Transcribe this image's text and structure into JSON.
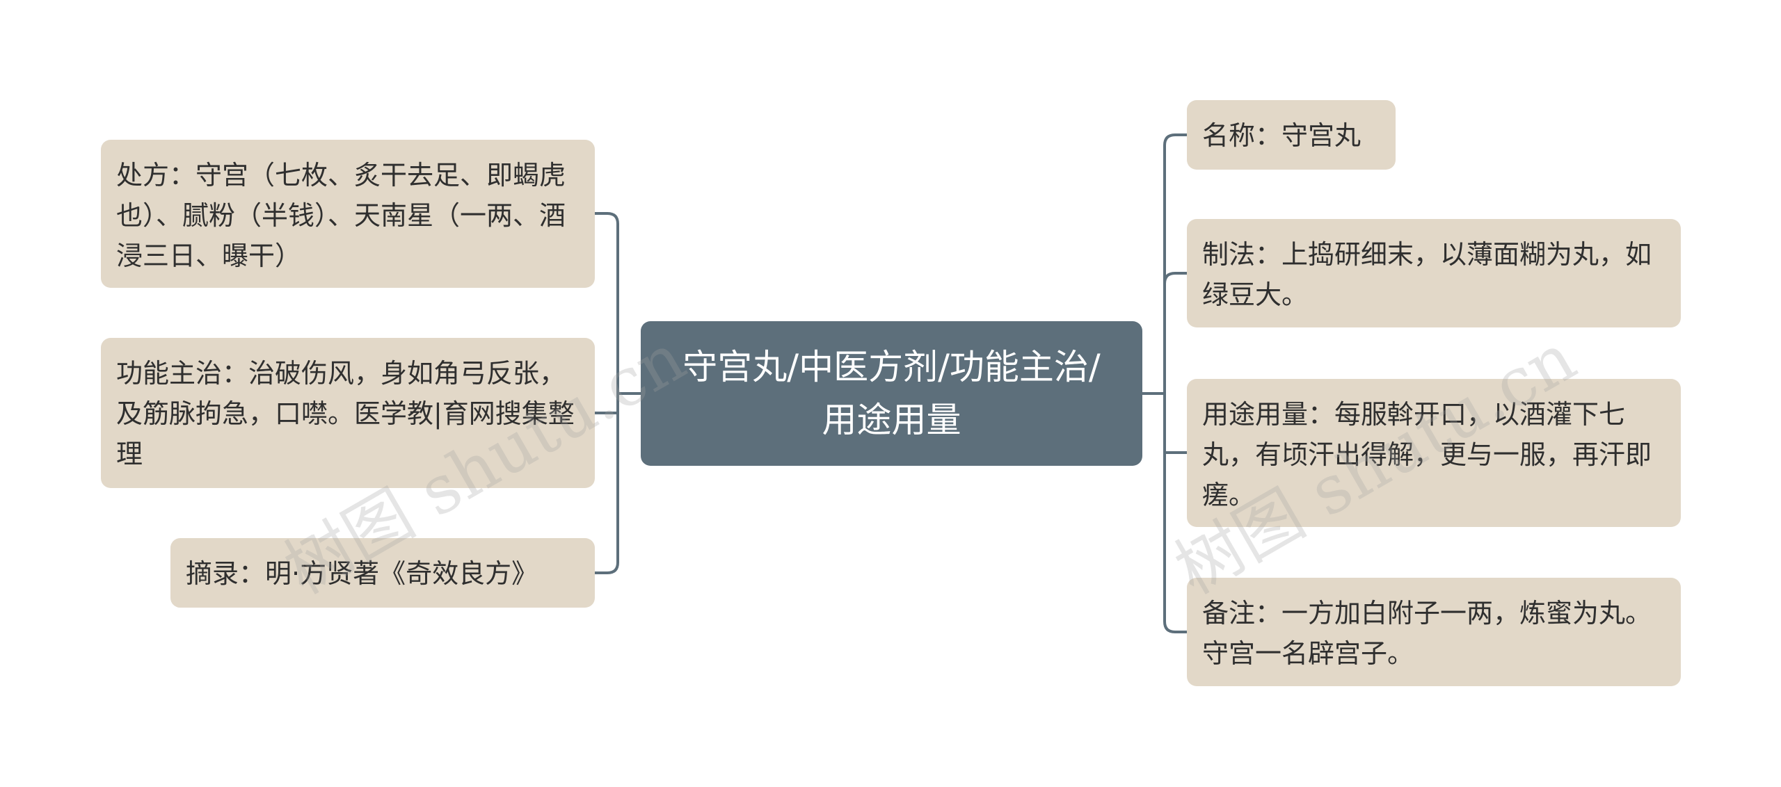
{
  "center": {
    "text": "守宫丸/中医方剂/功能主治/用途用量"
  },
  "left_nodes": [
    {
      "text": "处方：守宫（七枚、炙干去足、即蝎虎也）、腻粉（半钱）、天南星（一两、酒浸三日、曝干）"
    },
    {
      "text": "功能主治：治破伤风，身如角弓反张，及筋脉拘急，口噤。医学教|育网搜集整理"
    },
    {
      "text": "摘录：明·方贤著《奇效良方》"
    }
  ],
  "right_nodes": [
    {
      "text": "名称：守宫丸"
    },
    {
      "text": "制法：上捣研细末，以薄面糊为丸，如绿豆大。"
    },
    {
      "text": "用途用量：每服斡开口，以酒灌下七丸，有顷汗出得解，更与一服，再汗即瘥。"
    },
    {
      "text": "备注：一方加白附子一两，炼蜜为丸。守宫一名辟宫子。"
    }
  ],
  "watermarks": [
    "树图 shutu.cn",
    "树图 shutu.cn"
  ],
  "colors": {
    "center_bg": "#5d6f7b",
    "node_bg": "#e2d8c8",
    "connector": "#5d6f7b"
  }
}
